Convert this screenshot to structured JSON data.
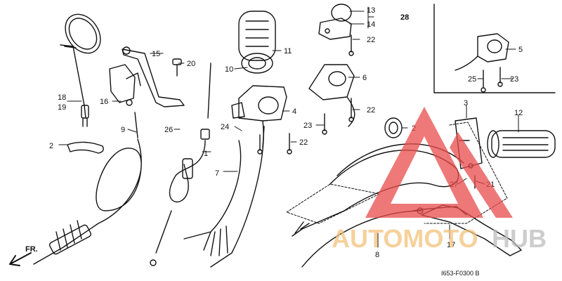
{
  "diagram": {
    "reference_code": "I653-F0300 B",
    "front_marker": "FR.",
    "part_numbers": [
      "1",
      "2",
      "3",
      "4",
      "5",
      "6",
      "7",
      "8",
      "9",
      "10",
      "11",
      "12",
      "13",
      "14",
      "15",
      "16",
      "17",
      "18",
      "19",
      "20",
      "21",
      "22",
      "23",
      "24",
      "25",
      "26",
      "27",
      "28"
    ]
  },
  "watermark": {
    "brand_left": "AUTOMOTO",
    "brand_right": "HUB",
    "colors": {
      "triangle": "#e94b4b",
      "text_left": "#f3c27a",
      "text_right": "#bdbdbd"
    }
  }
}
